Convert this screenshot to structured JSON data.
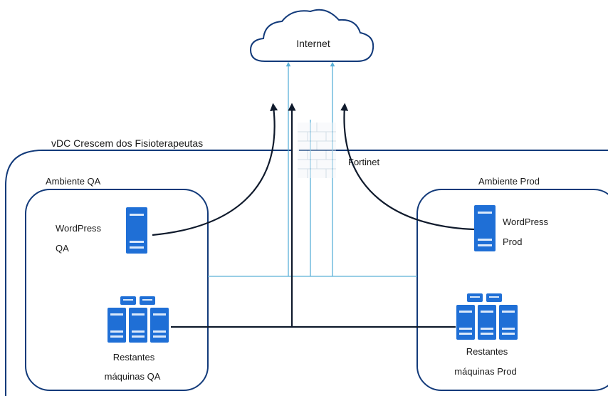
{
  "internet": {
    "label": "Internet",
    "icon": "cloud-icon"
  },
  "firewall": {
    "label": "Fortinet",
    "icon": "firewall-brick-icon"
  },
  "vdc": {
    "label": "vDC Crescem dos Fisioterapeutas"
  },
  "environments": [
    {
      "id": "qa",
      "label": "Ambiente QA",
      "wordpress": {
        "line1": "WordPress",
        "line2": "QA",
        "icon": "server-icon"
      },
      "others": {
        "line1": "Restantes",
        "line2": "máquinas QA",
        "icon": "server-cluster-icon"
      }
    },
    {
      "id": "prod",
      "label": "Ambiente Prod",
      "wordpress": {
        "line1": "WordPress",
        "line2": "Prod",
        "icon": "server-icon"
      },
      "others": {
        "line1": "Restantes",
        "line2": "máquinas Prod",
        "icon": "server-cluster-icon"
      }
    }
  ],
  "colors": {
    "server_blue": "#1f6fd6",
    "link_blue": "#5bb0d8",
    "link_dark": "#0f1a2c",
    "frame_navy": "#123a7a"
  }
}
